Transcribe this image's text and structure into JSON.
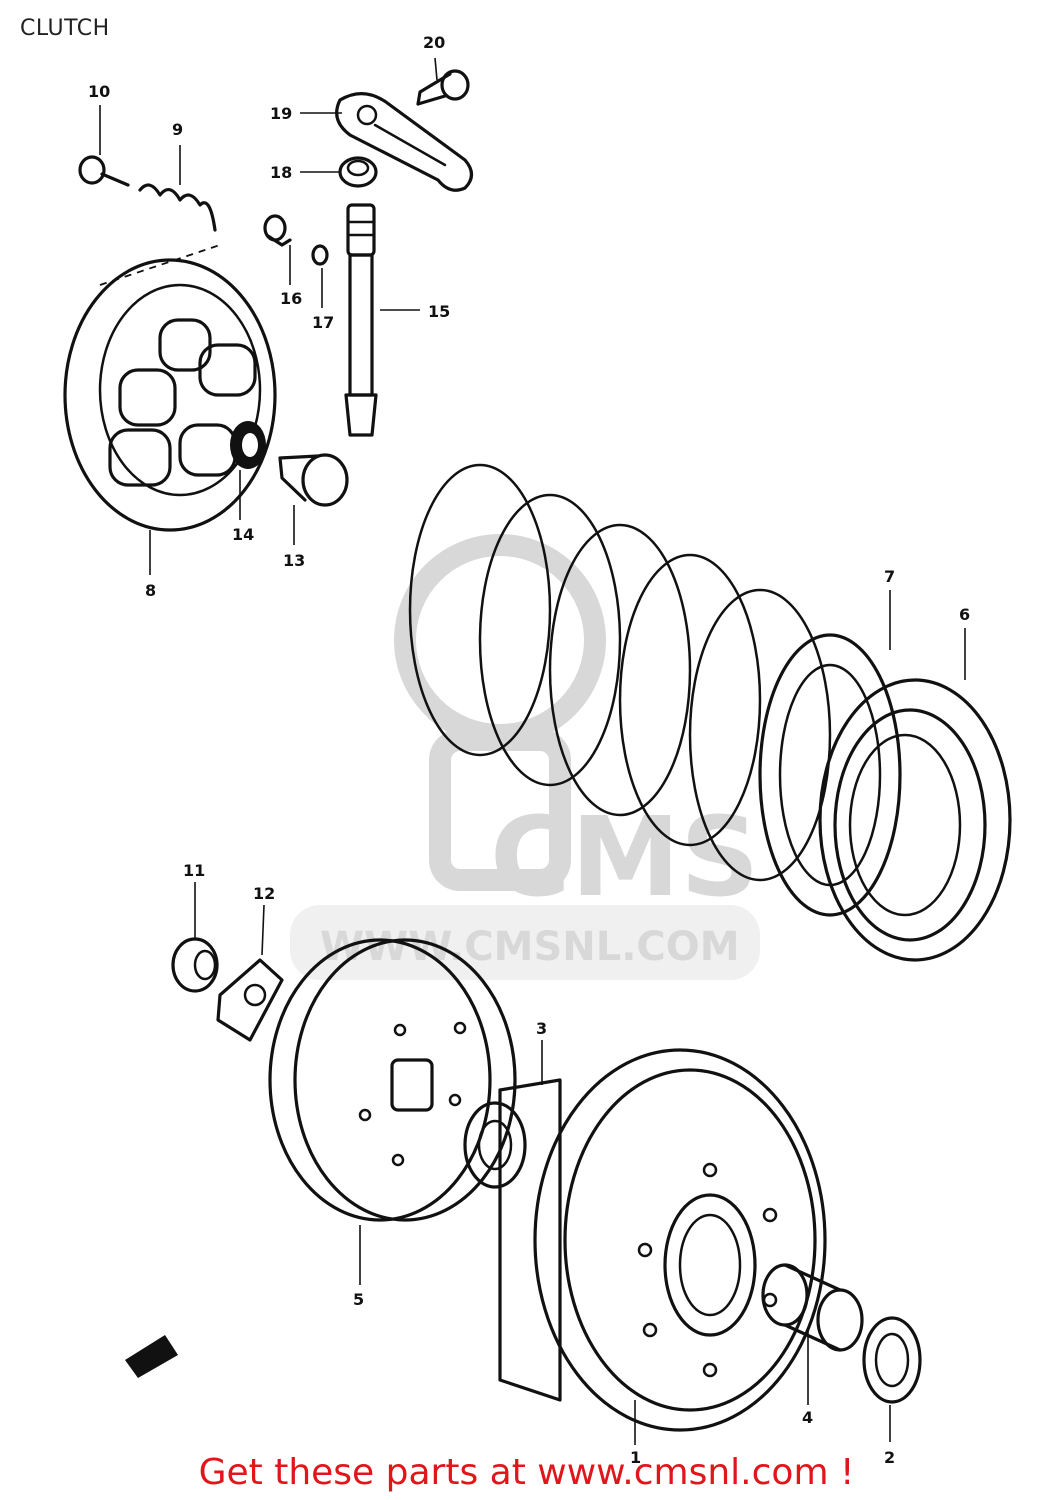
{
  "title": "CLUTCH",
  "watermark": {
    "brand": "CMS",
    "url": "WWW.CMSNL.COM"
  },
  "cta": "Get these parts at www.cmsnl.com !",
  "callouts": [
    {
      "id": "1",
      "label": "1"
    },
    {
      "id": "2",
      "label": "2"
    },
    {
      "id": "3",
      "label": "3"
    },
    {
      "id": "4",
      "label": "4"
    },
    {
      "id": "5",
      "label": "5"
    },
    {
      "id": "6",
      "label": "6"
    },
    {
      "id": "7",
      "label": "7"
    },
    {
      "id": "8",
      "label": "8"
    },
    {
      "id": "9",
      "label": "9"
    },
    {
      "id": "10",
      "label": "10"
    },
    {
      "id": "11",
      "label": "11"
    },
    {
      "id": "12",
      "label": "12"
    },
    {
      "id": "13",
      "label": "13"
    },
    {
      "id": "14",
      "label": "14"
    },
    {
      "id": "15",
      "label": "15"
    },
    {
      "id": "16",
      "label": "16"
    },
    {
      "id": "17",
      "label": "17"
    },
    {
      "id": "18",
      "label": "18"
    },
    {
      "id": "19",
      "label": "19"
    },
    {
      "id": "20",
      "label": "20"
    }
  ],
  "colors": {
    "line": "#111111",
    "watermark": "#d4d4d4",
    "cta": "#e0161b"
  }
}
